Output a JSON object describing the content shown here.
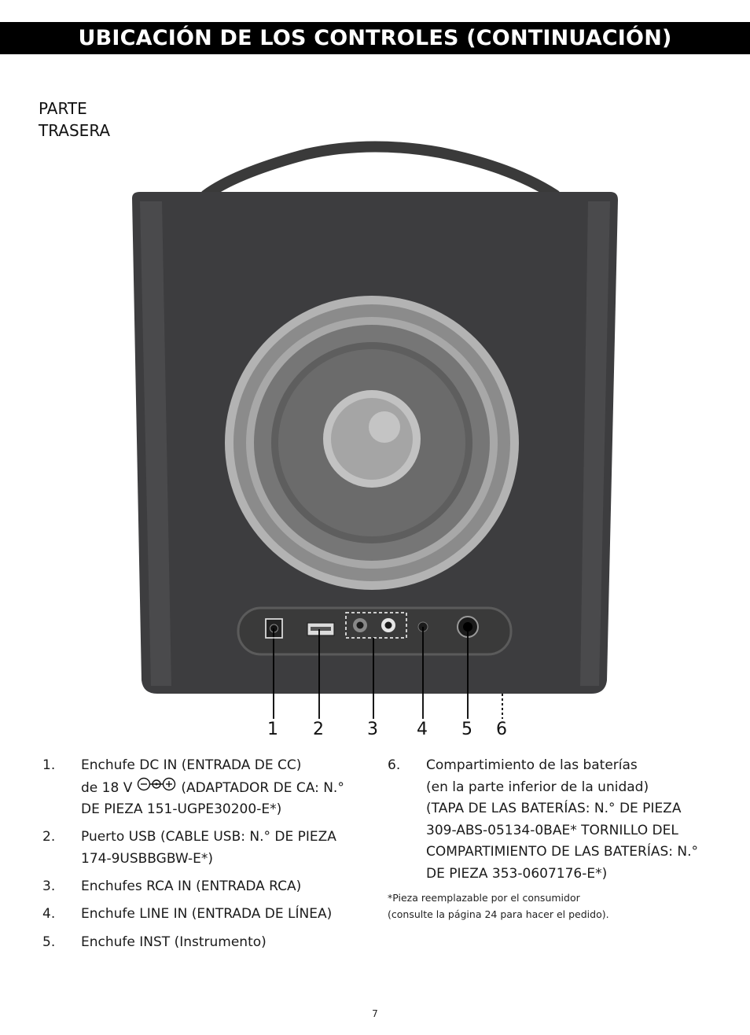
{
  "header": {
    "title": "UBICACIÓN DE LOS CONTROLES (CONTINUACIÓN)"
  },
  "section": {
    "label_line1": "PARTE",
    "label_line2": "TRASERA"
  },
  "callouts": [
    "1",
    "2",
    "3",
    "4",
    "5",
    "6"
  ],
  "icons": {
    "dc_polarity": "dc-polarity-icon"
  },
  "items": [
    {
      "number": "1.",
      "line1": "Enchufe DC IN (ENTRADA DE CC)",
      "line2_pre": "de 18 V",
      "line2_post": "(ADAPTADOR DE CA: N.°",
      "line3": "DE PIEZA 151-UGPE30200-E*)"
    },
    {
      "number": "2.",
      "line1": "Puerto USB (CABLE USB: N.° DE PIEZA",
      "line2": "174-9USBBGBW-E*)"
    },
    {
      "number": "3.",
      "line1": "Enchufes RCA IN (ENTRADA RCA)"
    },
    {
      "number": "4.",
      "line1": "Enchufe LINE IN (ENTRADA DE LÍNEA)"
    },
    {
      "number": "5.",
      "line1": "Enchufe INST (Instrumento)"
    },
    {
      "number": "6.",
      "line1": "Compartimiento de las baterías",
      "line2": "(en la parte inferior de la unidad)",
      "line3": "(TAPA DE LAS BATERÍAS: N.° DE PIEZA",
      "line4": "309-ABS-05134-0BAE* TORNILLO DEL",
      "line5": "COMPARTIMIENTO DE LAS BATERÍAS: N.°",
      "line6": "DE PIEZA 353-0607176-E*)"
    }
  ],
  "footnote": {
    "line1": "*Pieza reemplazable por el consumidor",
    "line2": "(consulte la página 24 para hacer el pedido)."
  },
  "page": {
    "number": "7"
  }
}
